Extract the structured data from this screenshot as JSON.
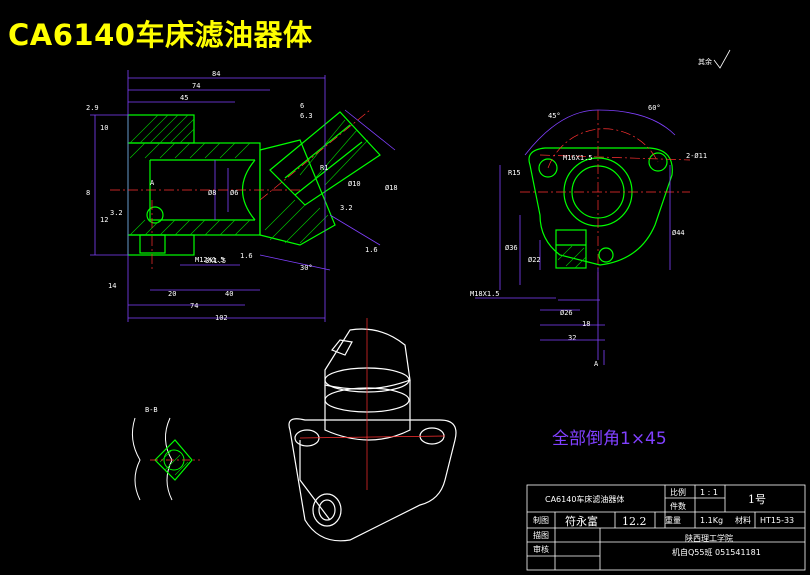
{
  "title": "CA6140车床滤油器体",
  "note": "全部倒角1×45",
  "roughness": "其余",
  "dims_front": [
    "84",
    "74",
    "45",
    "2.9",
    "10",
    "8",
    "12",
    "6",
    "A",
    "14",
    "M12X1.5",
    "20",
    "40",
    "74",
    "102",
    "1.6",
    "30°",
    "1.6",
    "Ø8",
    "Ø6",
    "Ø10",
    "Ø18",
    "3.2",
    "6.3",
    "R1",
    "3.2",
    "3X1.5"
  ],
  "dims_side": [
    "45°",
    "60°",
    "2-Ø11",
    "R15",
    "M16X1.5",
    "Ø44",
    "Ø36",
    "Ø22",
    "18",
    "32",
    "A",
    "Ø26"
  ],
  "thread_label": "M18X1.5",
  "detail_label": "B-B",
  "title_block": {
    "part_name": "CA6140车床滤油器体",
    "scale_label": "比例",
    "scale_value": "1 : 1",
    "count_label": "件数",
    "sheet_no": "1号",
    "designer_label": "制图",
    "designer": "符永富",
    "date": "12.2",
    "weight_label": "重量",
    "weight": "1.1Kg",
    "material_label": "材料",
    "material": "HT15-33",
    "checker_label": "描图",
    "reviewer_label": "审核",
    "school": "陕西理工学院",
    "class_info": "机自Q55班 051541181"
  },
  "colors": {
    "background": "#000000",
    "title": "#ffff00",
    "part_outline": "#00ff00",
    "hatch": "#00cc00",
    "dimension": "#8040ff",
    "centerline": "#ff3030",
    "outline_white": "#ffffff"
  }
}
